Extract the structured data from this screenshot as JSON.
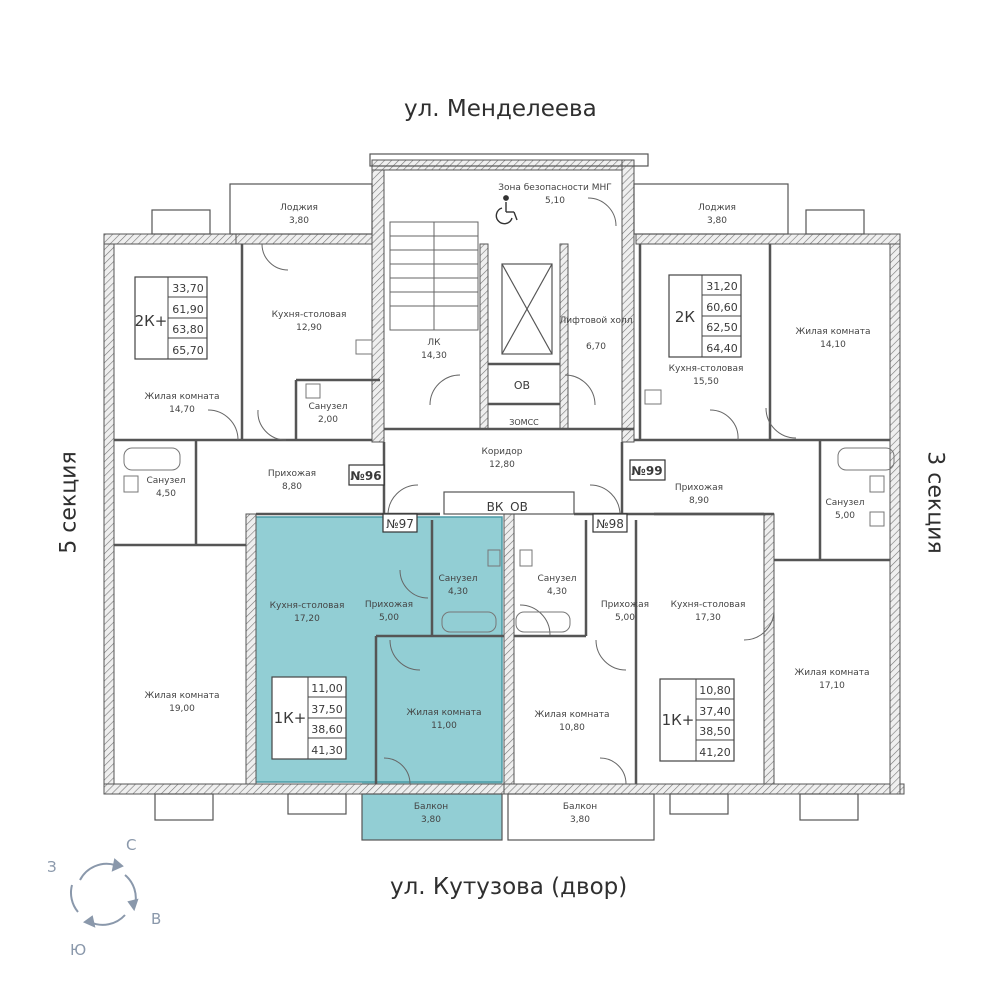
{
  "streets": {
    "north": "ул. Менделеева",
    "south": "ул. Кутузова (двор)"
  },
  "sections": {
    "left": "5 секция",
    "right": "3 секция"
  },
  "compass": {
    "north": "С",
    "east": "В",
    "south": "Ю",
    "west": "З"
  },
  "colors": {
    "highlight": "#7fc6cd",
    "wall": "#555555",
    "accent": "#4a9aa5"
  },
  "apartments": [
    {
      "id": "2k-plus-left",
      "type": "2К+",
      "areas": [
        "33,70",
        "61,90",
        "63,80",
        "65,70"
      ]
    },
    {
      "id": "2k-right",
      "type": "2К",
      "areas": [
        "31,20",
        "60,60",
        "62,50",
        "64,40"
      ]
    },
    {
      "id": "1k-plus-97",
      "type": "1К+",
      "areas": [
        "11,00",
        "37,50",
        "38,60",
        "41,30"
      ]
    },
    {
      "id": "1k-plus-98",
      "type": "1К+",
      "areas": [
        "10,80",
        "37,40",
        "38,50",
        "41,20"
      ]
    }
  ],
  "tags": {
    "n96": "№96",
    "n97": "№97",
    "n98": "№98",
    "n99": "№99",
    "vk": "ВК",
    "ov": "ОВ",
    "ov2": "ОВ",
    "zomss": "ЗОМСС"
  },
  "rooms": [
    {
      "name": "Лоджия",
      "area": "3,80"
    },
    {
      "name": "Зона безопасности МНГ",
      "area": "5,10"
    },
    {
      "name": "Лоджия",
      "area": "3,80"
    },
    {
      "name": "Кухня-столовая",
      "area": "12,90"
    },
    {
      "name": "Жилая комната",
      "area": "14,70"
    },
    {
      "name": "Санузел",
      "area": "2,00"
    },
    {
      "name": "ЛК",
      "area": "14,30"
    },
    {
      "name": "Лифтовой холл",
      "area": "6,70"
    },
    {
      "name": "Кухня-столовая",
      "area": "15,50"
    },
    {
      "name": "Жилая комната",
      "area": "14,10"
    },
    {
      "name": "Санузел",
      "area": "4,50"
    },
    {
      "name": "Прихожая",
      "area": "8,80"
    },
    {
      "name": "Коридор",
      "area": "12,80"
    },
    {
      "name": "Прихожая",
      "area": "8,90"
    },
    {
      "name": "Санузел",
      "area": "5,00"
    },
    {
      "name": "Кухня-столовая",
      "area": "17,20"
    },
    {
      "name": "Прихожая",
      "area": "5,00"
    },
    {
      "name": "Санузел",
      "area": "4,30"
    },
    {
      "name": "Санузел",
      "area": "4,30"
    },
    {
      "name": "Прихожая",
      "area": "5,00"
    },
    {
      "name": "Кухня-столовая",
      "area": "17,30"
    },
    {
      "name": "Жилая комната",
      "area": "19,00"
    },
    {
      "name": "Жилая комната",
      "area": "11,00"
    },
    {
      "name": "Жилая комната",
      "area": "10,80"
    },
    {
      "name": "Жилая комната",
      "area": "17,10"
    },
    {
      "name": "Балкон",
      "area": "3,80"
    },
    {
      "name": "Балкон",
      "area": "3,80"
    }
  ]
}
